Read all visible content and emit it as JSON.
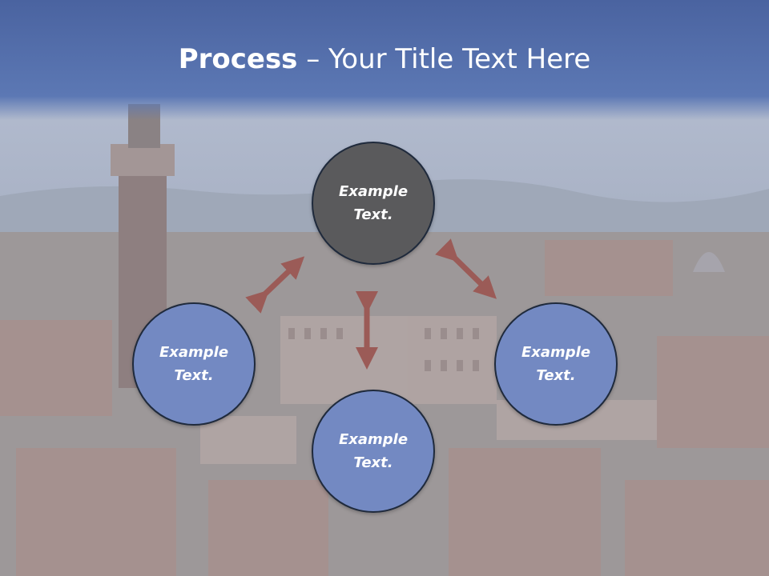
{
  "slide": {
    "title_bold": "Process",
    "title_rest": " – Your Title Text Here"
  },
  "nodes": [
    {
      "id": "top",
      "line1": "Example",
      "line2": "Text.",
      "color": "#5a5a5c"
    },
    {
      "id": "left",
      "line1": "Example",
      "line2": "Text.",
      "color": "#7389c2"
    },
    {
      "id": "right",
      "line1": "Example",
      "line2": "Text.",
      "color": "#7389c2"
    },
    {
      "id": "bottom",
      "line1": "Example",
      "line2": "Text.",
      "color": "#7389c2"
    }
  ],
  "colors": {
    "title_bar": "#5c78b4",
    "arrow": "#9b5b57",
    "node_border": "#1f2a3c"
  }
}
